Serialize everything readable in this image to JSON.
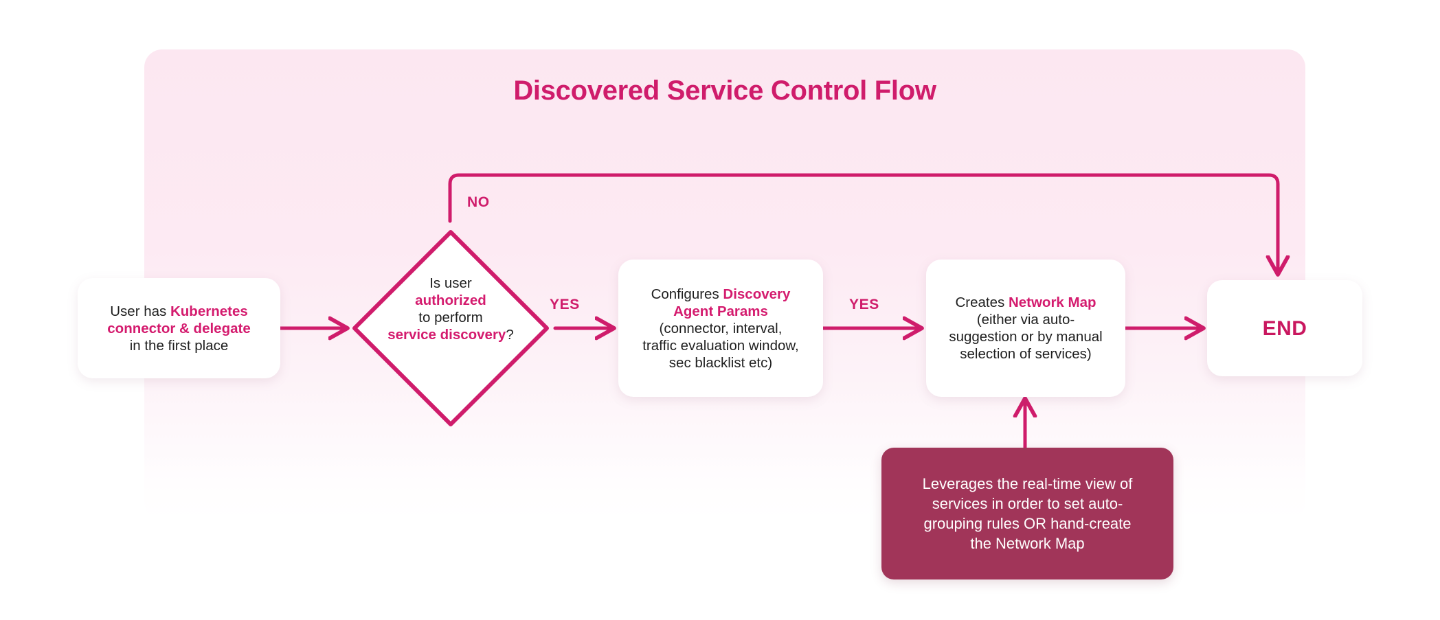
{
  "title": "Discovered Service Control Flow",
  "colors": {
    "accent": "#cf1c6b",
    "accent_text": "#d41b6e",
    "panel_top": "#fce7f1",
    "panel_bottom": "#ffffff",
    "note_bg": "#a13559",
    "card_bg": "#ffffff",
    "body_text": "#1f1f1f"
  },
  "nodes": {
    "start": {
      "name": "user-prerequisite",
      "lines": [
        {
          "parts": [
            {
              "t": "User has ",
              "hl": false
            },
            {
              "t": "Kubernetes",
              "hl": true
            }
          ]
        },
        {
          "parts": [
            {
              "t": "connector & delegate",
              "hl": true
            }
          ]
        },
        {
          "parts": [
            {
              "t": "in the first place",
              "hl": false
            }
          ]
        }
      ]
    },
    "decision": {
      "name": "authorization-decision",
      "lines": [
        {
          "parts": [
            {
              "t": "Is user",
              "hl": false
            }
          ]
        },
        {
          "parts": [
            {
              "t": "authorized",
              "hl": true
            }
          ]
        },
        {
          "parts": [
            {
              "t": "to perform",
              "hl": false
            }
          ]
        },
        {
          "parts": [
            {
              "t": "service discovery",
              "hl": true
            },
            {
              "t": "?",
              "hl": false
            }
          ]
        }
      ]
    },
    "params": {
      "name": "configure-discovery-agent-params",
      "lines": [
        {
          "parts": [
            {
              "t": "Configures ",
              "hl": false
            },
            {
              "t": "Discovery",
              "hl": true
            }
          ]
        },
        {
          "parts": [
            {
              "t": "Agent Params",
              "hl": true
            }
          ]
        },
        {
          "parts": [
            {
              "t": "(connector, interval,",
              "hl": false
            }
          ]
        },
        {
          "parts": [
            {
              "t": "traffic evaluation window,",
              "hl": false
            }
          ]
        },
        {
          "parts": [
            {
              "t": "sec blacklist etc)",
              "hl": false
            }
          ]
        }
      ]
    },
    "netmap": {
      "name": "create-network-map",
      "lines": [
        {
          "parts": [
            {
              "t": "Creates ",
              "hl": false
            },
            {
              "t": "Network Map",
              "hl": true
            }
          ]
        },
        {
          "parts": [
            {
              "t": "(either via auto-",
              "hl": false
            }
          ]
        },
        {
          "parts": [
            {
              "t": "suggestion or by manual",
              "hl": false
            }
          ]
        },
        {
          "parts": [
            {
              "t": "selection of services)",
              "hl": false
            }
          ]
        }
      ]
    },
    "end": {
      "name": "end-node",
      "label": "END"
    },
    "note": {
      "name": "real-time-view-note",
      "lines": [
        "Leverages the real-time view of",
        "services in order to set auto-",
        "grouping rules OR hand-create",
        "the Network Map"
      ]
    }
  },
  "edges": {
    "no_label": "NO",
    "yes_label_1": "YES",
    "yes_label_2": "YES"
  }
}
